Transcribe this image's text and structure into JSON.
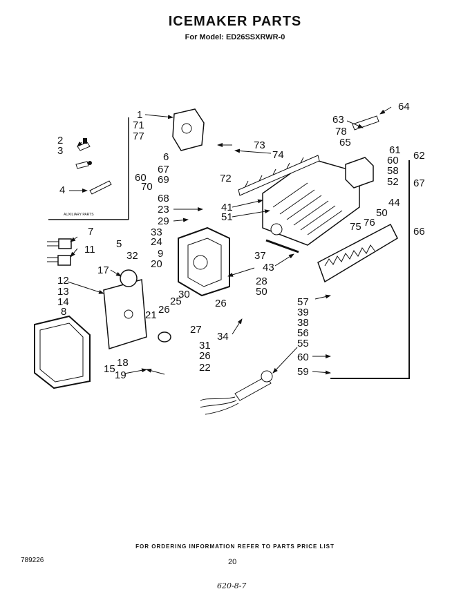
{
  "header": {
    "title": "ICEMAKER PARTS",
    "subtitle": "For Model: ED26SSXRWR-0"
  },
  "inset": {
    "caption": "AUXILIARY PARTS"
  },
  "callouts": [
    "1",
    "71",
    "77",
    "2",
    "3",
    "4",
    "6",
    "60",
    "70",
    "67",
    "69",
    "68",
    "73",
    "74",
    "72",
    "41",
    "51",
    "23",
    "29",
    "63",
    "64",
    "78",
    "65",
    "61",
    "62",
    "60",
    "58",
    "52",
    "67",
    "50",
    "44",
    "66",
    "75",
    "76",
    "7",
    "11",
    "5",
    "32",
    "24",
    "33",
    "9",
    "20",
    "17",
    "12",
    "13",
    "14",
    "8",
    "37",
    "43",
    "28",
    "50",
    "57",
    "39",
    "38",
    "26",
    "25",
    "21",
    "26",
    "27",
    "30",
    "34",
    "56",
    "55",
    "60",
    "59",
    "31",
    "26",
    "22",
    "15",
    "18",
    "19"
  ],
  "footer": {
    "ordering_note": "FOR ORDERING INFORMATION REFER TO PARTS PRICE LIST",
    "doc_number": "789226",
    "page_number": "20",
    "handwritten_note": "620-8-7"
  }
}
